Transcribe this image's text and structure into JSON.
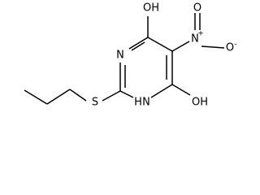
{
  "atoms": {
    "oh_top": "OH",
    "nitro_n": "N",
    "nitro_n_charge": "+",
    "nitro_o_right": "O",
    "nitro_o_right_charge": "-",
    "nitro_o_top": "O",
    "ring_n1": "N",
    "sulfur": "S",
    "ring_nh": "H",
    "ring_nh_n": "N",
    "oh_bottom": "OH"
  }
}
